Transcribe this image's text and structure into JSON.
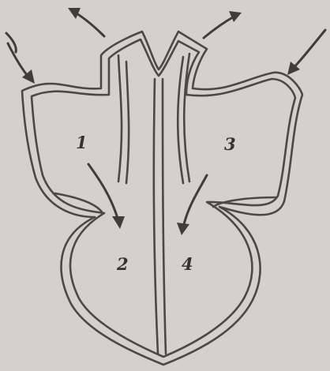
{
  "diagram": {
    "chamber_labels": {
      "left_atrium": "1",
      "left_ventricle": "2",
      "right_atrium": "3",
      "right_ventricle": "4"
    },
    "colors": {
      "background": "#d2d1cc",
      "stroke": "#4a4945"
    }
  }
}
